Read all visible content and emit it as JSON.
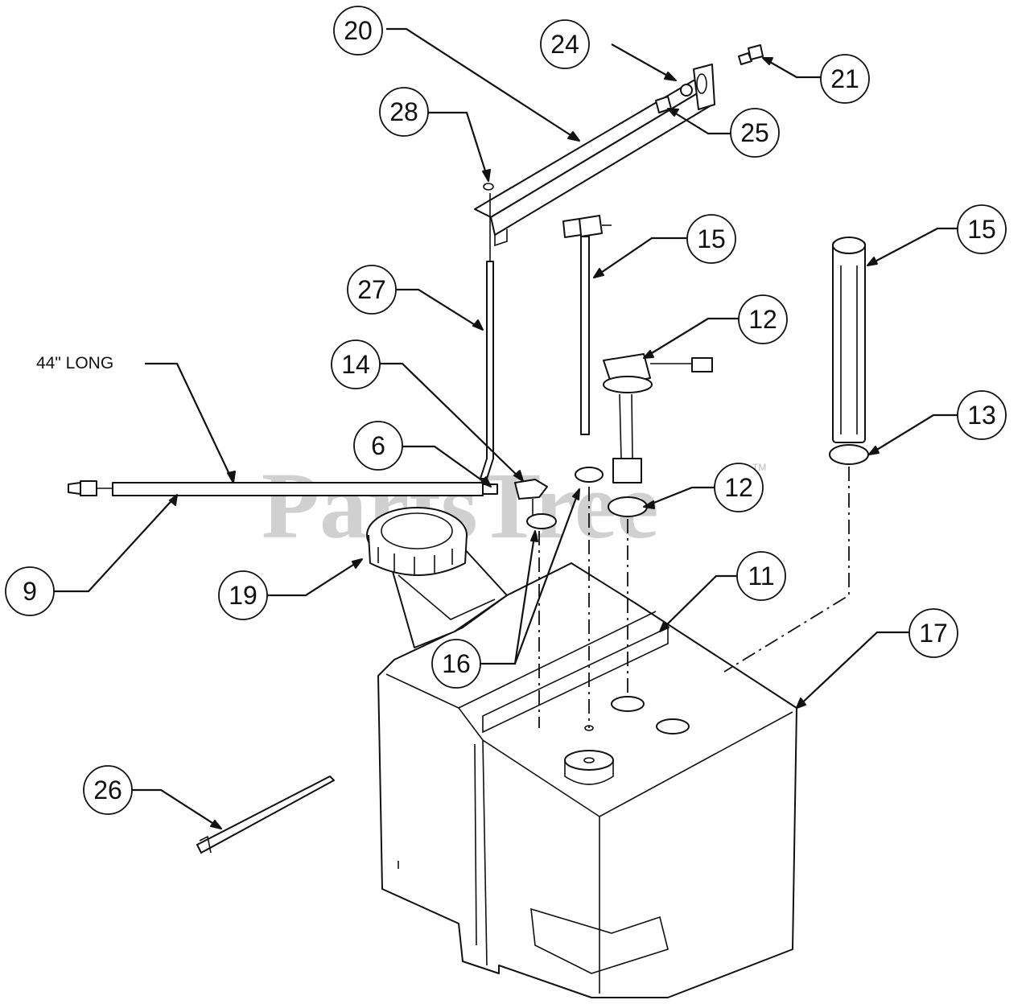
{
  "diagram": {
    "watermark": "PartsTree",
    "watermark_mark": "TM",
    "note": "44\" LONG",
    "callouts": [
      {
        "id": "c20",
        "label": "20"
      },
      {
        "id": "c24",
        "label": "24"
      },
      {
        "id": "c21",
        "label": "21"
      },
      {
        "id": "c28",
        "label": "28"
      },
      {
        "id": "c25",
        "label": "25"
      },
      {
        "id": "c15a",
        "label": "15"
      },
      {
        "id": "c15b",
        "label": "15"
      },
      {
        "id": "c27",
        "label": "27"
      },
      {
        "id": "c12a",
        "label": "12"
      },
      {
        "id": "c14",
        "label": "14"
      },
      {
        "id": "c13",
        "label": "13"
      },
      {
        "id": "c6",
        "label": "6"
      },
      {
        "id": "c12b",
        "label": "12"
      },
      {
        "id": "c9",
        "label": "9"
      },
      {
        "id": "c19",
        "label": "19"
      },
      {
        "id": "c11",
        "label": "11"
      },
      {
        "id": "c17",
        "label": "17"
      },
      {
        "id": "c16",
        "label": "16"
      },
      {
        "id": "c26",
        "label": "26"
      }
    ]
  }
}
